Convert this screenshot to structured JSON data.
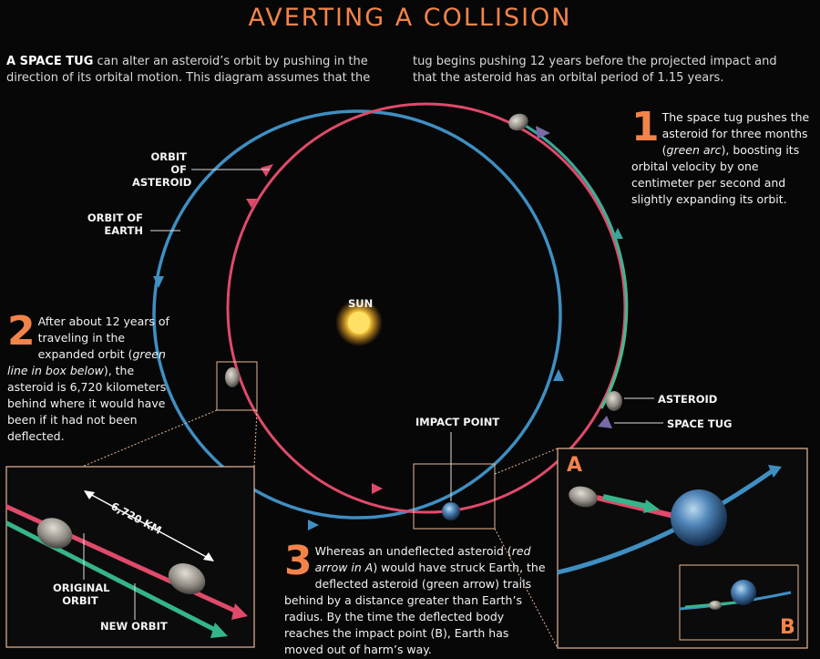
{
  "title": "AVERTING A COLLISION",
  "intro": {
    "lead": "A SPACE TUG",
    "left_rest": " can alter an asteroid’s orbit by pushing in the direction of its orbital motion. This diagram assumes that the",
    "right": "tug begins pushing 12 years before the projected impact and that the asteroid has an orbital period of 1.15 years."
  },
  "labels": {
    "orbit_asteroid": "ORBIT OF ASTEROID",
    "orbit_earth": "ORBIT OF EARTH",
    "sun": "SUN",
    "asteroid": "ASTEROID",
    "space_tug": "SPACE TUG",
    "impact_point": "IMPACT POINT",
    "distance": "6,720 KM",
    "original_orbit": "ORIGINAL ORBIT",
    "new_orbit": "NEW ORBIT",
    "panel_a": "A",
    "panel_b": "B"
  },
  "steps": [
    {
      "number": "1",
      "text_before": "The space tug pushes the asteroid for three months (",
      "italic": "green arc",
      "text_after": "), boosting its orbital velocity by one centimeter per second and slightly expanding its orbit."
    },
    {
      "number": "2",
      "text_before": "After about 12 years of traveling in the expanded orbit (",
      "italic": "green line in box below",
      "text_after": "), the asteroid is 6,720 kilometers behind where it would have been if it had not been deflected."
    },
    {
      "number": "3",
      "text_before": "Whereas an undeflected asteroid (",
      "italic": "red arrow in A",
      "text_after": ") would have struck Earth, the deflected asteroid (green arrow) trails behind by a distance greater than Earth’s radius. By the time the deflected body reaches the impact point (B), Earth has moved out of harm’s way."
    }
  ],
  "colors": {
    "accent": "#f2844a",
    "earth_orbit": "#3f8fc2",
    "asteroid_orbit": "#e04a6a",
    "new_orbit": "#35b58a",
    "sun": "#ffcf3a"
  }
}
